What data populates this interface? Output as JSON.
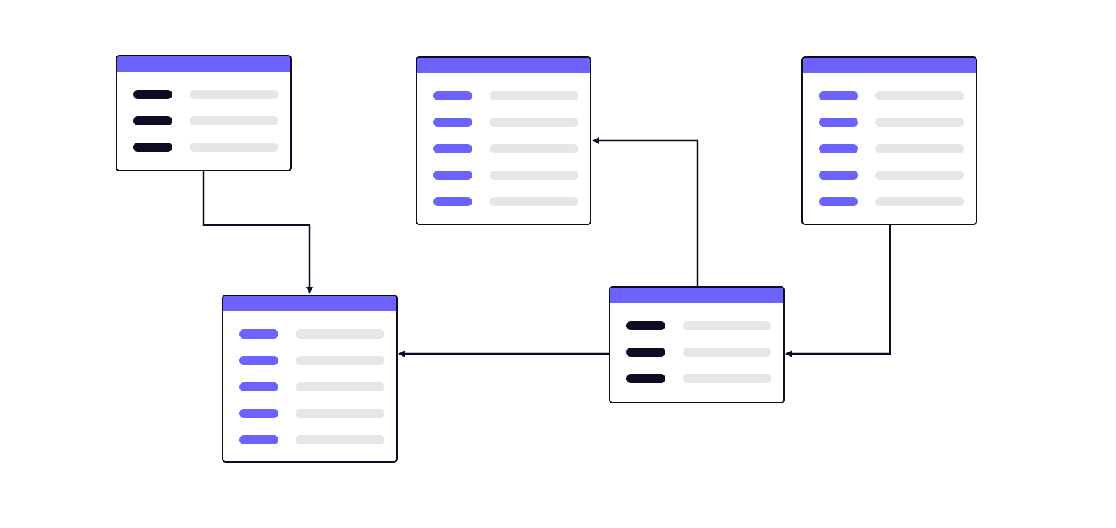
{
  "colors": {
    "header": "#6c63ff",
    "key_accent": "#6c63ff",
    "key_dark": "#0d0c22",
    "value_placeholder": "#e6e6e6",
    "border": "#0d0c22",
    "connector": "#0d0c22"
  },
  "cards": [
    {
      "id": "card-a",
      "rows": 3,
      "key_style": "dark"
    },
    {
      "id": "card-b",
      "rows": 5,
      "key_style": "accent"
    },
    {
      "id": "card-c",
      "rows": 5,
      "key_style": "accent"
    },
    {
      "id": "card-d",
      "rows": 5,
      "key_style": "accent"
    },
    {
      "id": "card-e",
      "rows": 3,
      "key_style": "dark"
    }
  ],
  "connections": [
    {
      "from": "card-a",
      "to": "card-d"
    },
    {
      "from": "card-e",
      "to": "card-b"
    },
    {
      "from": "card-e",
      "to": "card-d"
    },
    {
      "from": "card-c",
      "to": "card-e"
    }
  ]
}
